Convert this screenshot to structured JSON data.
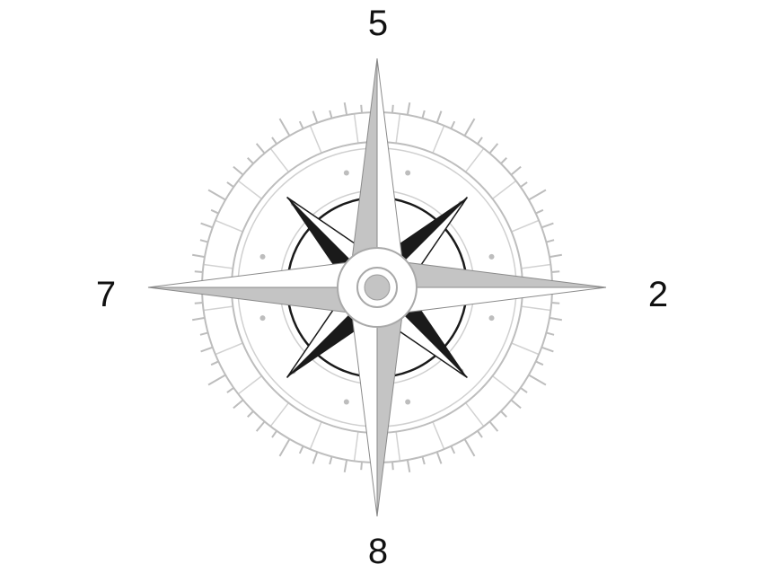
{
  "labels": {
    "top": "5",
    "right": "2",
    "bottom": "8",
    "left": "7"
  },
  "colors": {
    "background": "#ffffff",
    "main_points": "#c4c4c4",
    "outline": "#8a8a8a",
    "diagonal_points": "#1a1a1a",
    "ticks": "#bdbdbd",
    "text": "#111111"
  }
}
